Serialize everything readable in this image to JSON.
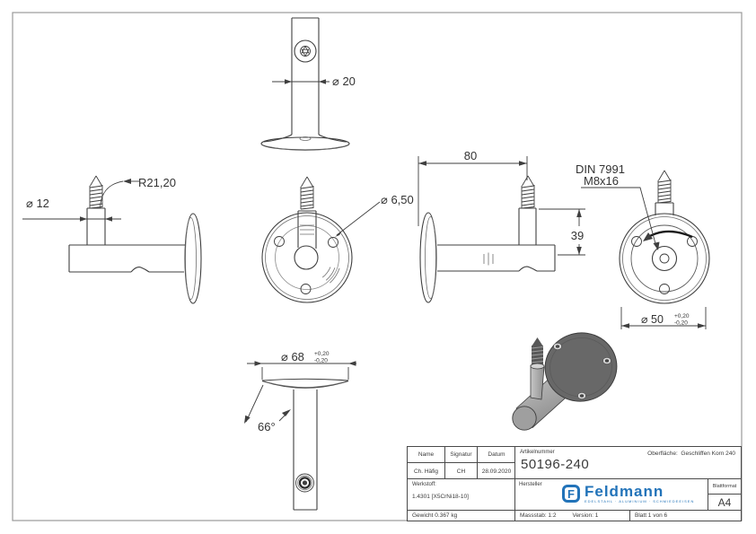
{
  "views": {
    "top": {
      "dim_diameter": "⌀ 20"
    },
    "side_left": {
      "radius": "R21,20",
      "diameter": "⌀ 12"
    },
    "front": {
      "hole_diameter": "⌀ 6,50"
    },
    "side_right": {
      "length": "80",
      "height": "39"
    },
    "back": {
      "screw_spec_line1": "DIN 7991",
      "screw_spec_line2": "M8x16",
      "plate_diameter": "⌀ 50",
      "tol_plus": "+0,20",
      "tol_minus": "-0,20"
    },
    "bottom": {
      "flange_diameter": "⌀ 68",
      "tol_plus": "+0,20",
      "tol_minus": "-0,20",
      "cone_angle": "66°"
    }
  },
  "title_block": {
    "name_label": "Name",
    "signatur_label": "Signatur",
    "datum_label": "Datum",
    "name_value": "Ch. Häfig",
    "signatur_value": "CH",
    "datum_value": "28.09.2020",
    "artikelnummer_label": "Artikelnummer",
    "artikelnummer_value": "50196-240",
    "oberflaeche_label": "Oberfläche:",
    "oberflaeche_value": "Geschliffen Korn 240",
    "werkstoff_label": "Werkstoff:",
    "werkstoff_value": "1.4301 [X5CrNi18-10]",
    "hersteller_label": "Hersteller",
    "logo_icon_letter": "F",
    "logo_name": "Feldmann",
    "logo_tagline": "EDELSTAHL · ALUMINIUM · SCHMIEDEEISEN",
    "blattformat_label": "Blattformat",
    "blattformat_value": "A4",
    "gewicht": "Gewicht 0.367 kg",
    "massstab": "Massstab: 1:2",
    "version": "Version: 1",
    "blatt": "Blatt 1 von 6"
  }
}
